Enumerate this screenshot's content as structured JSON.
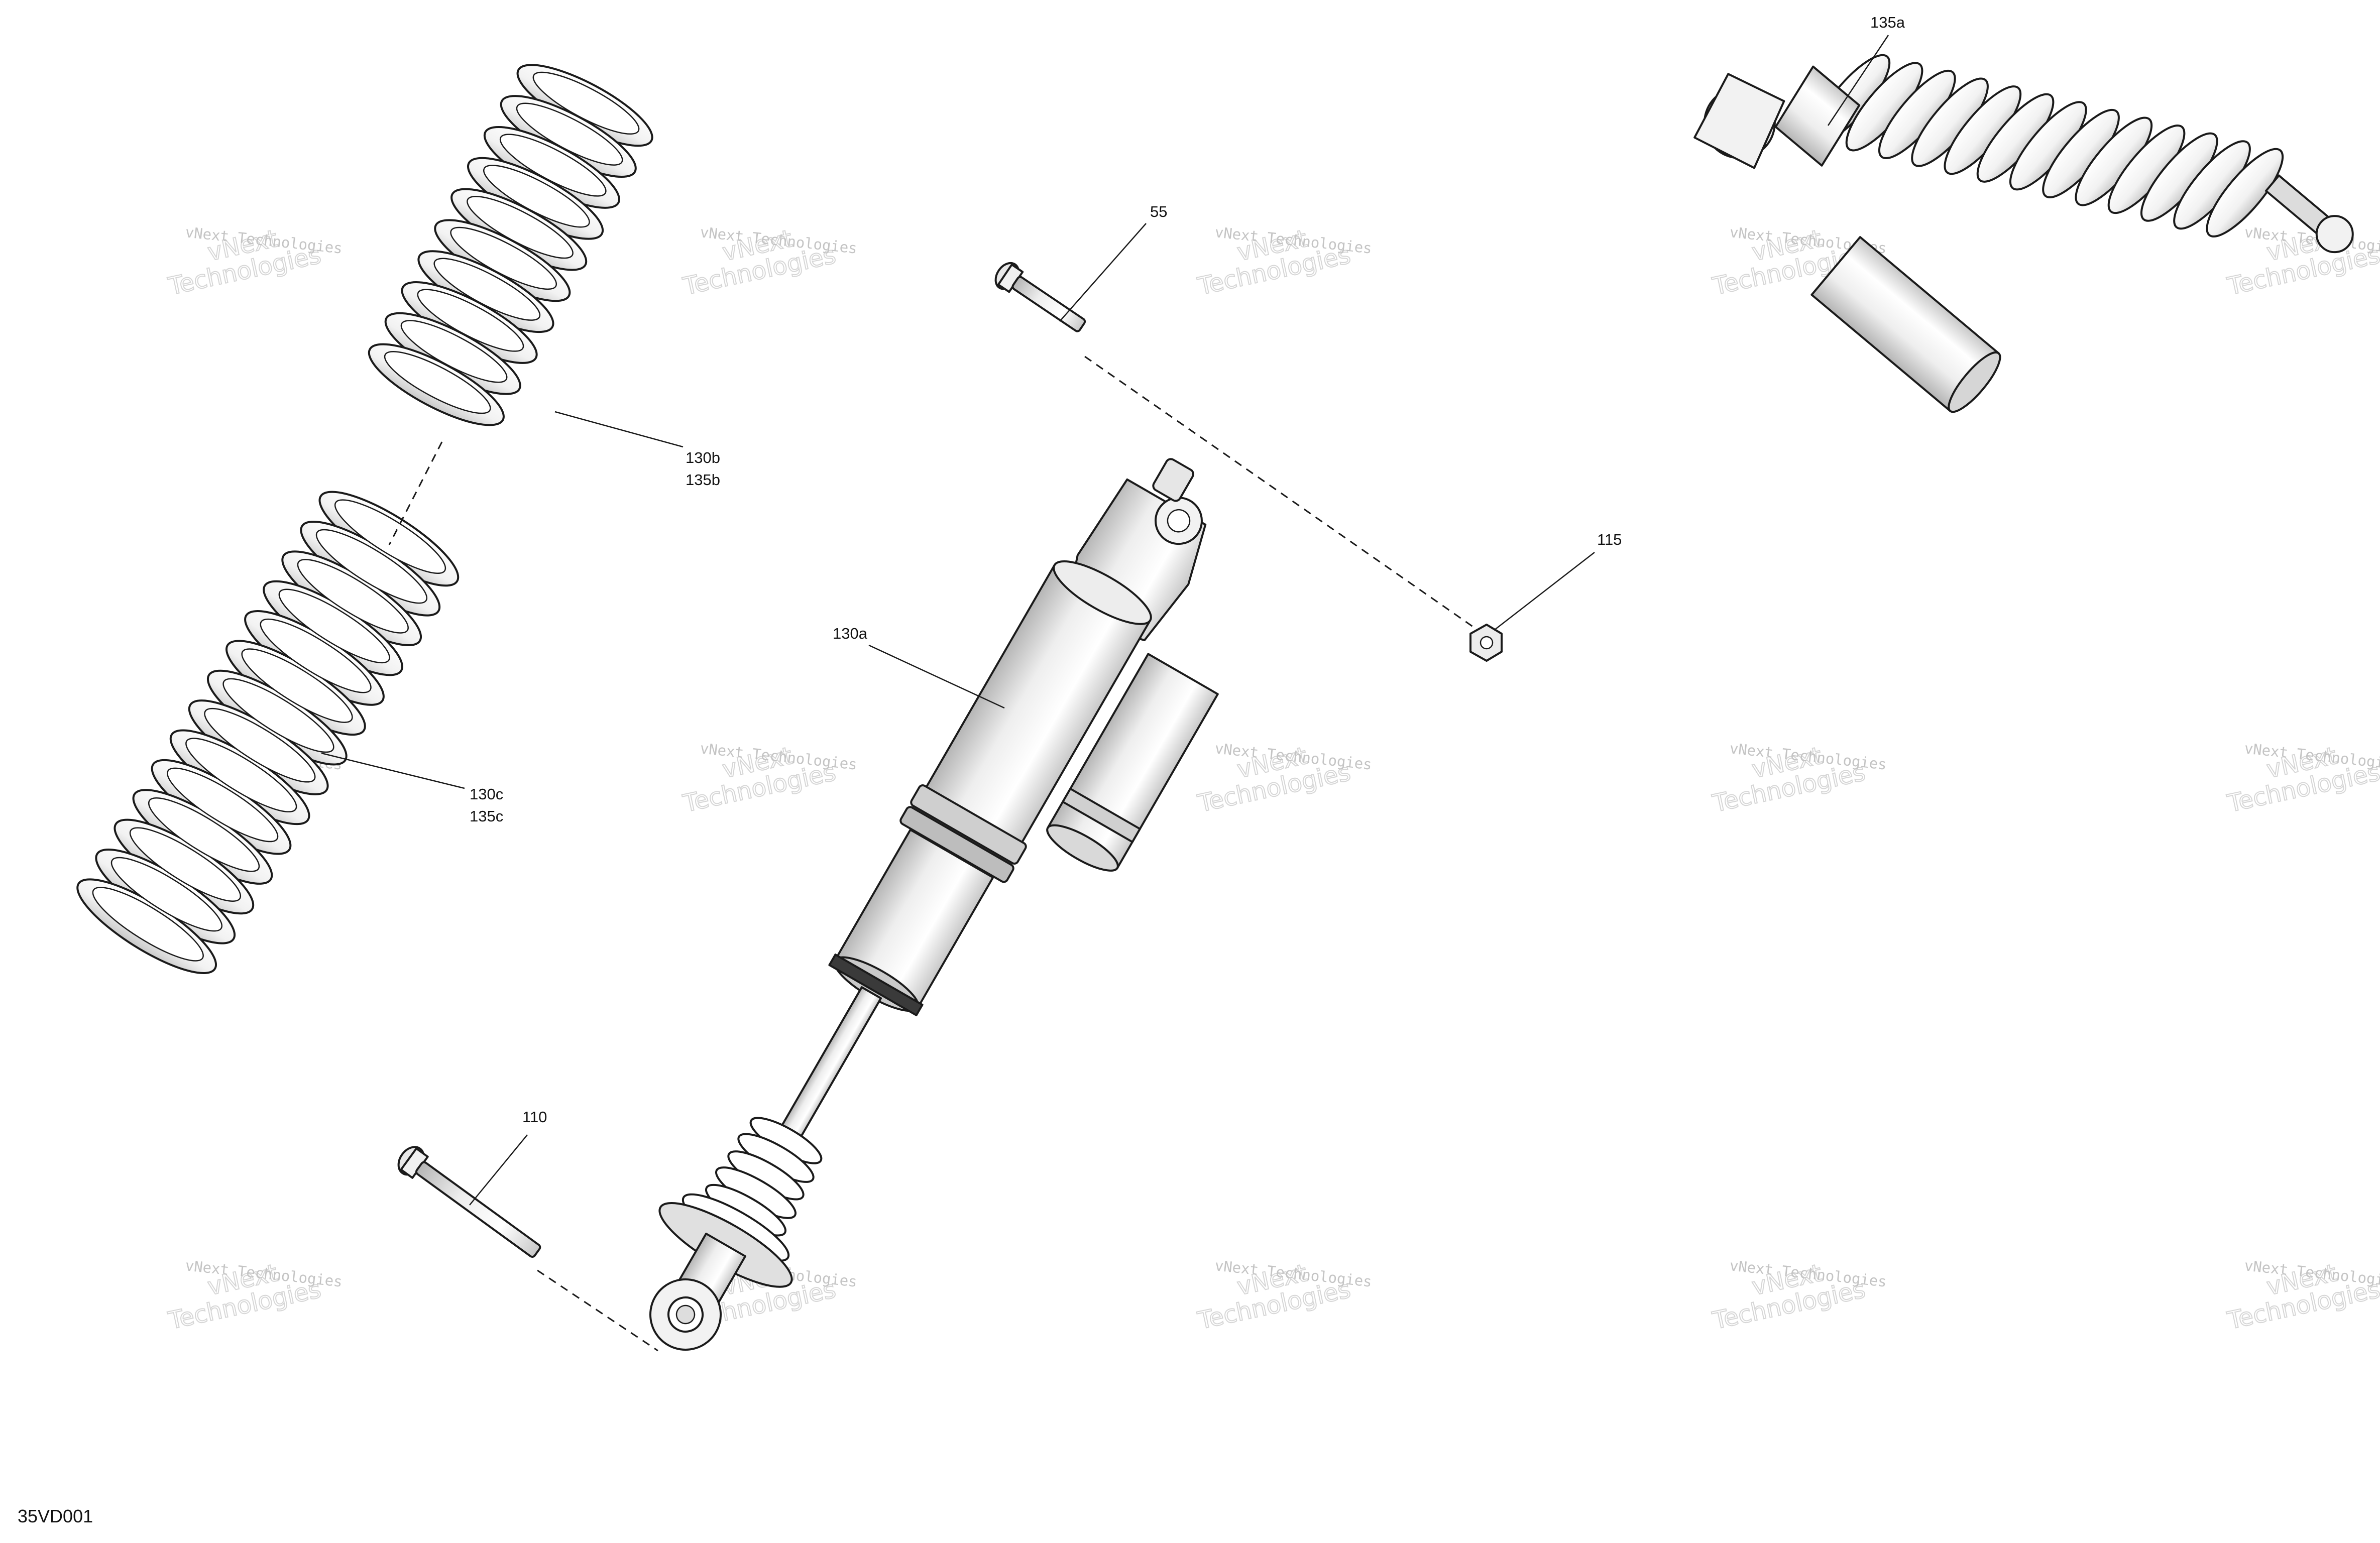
{
  "figure_id": "35VD001",
  "watermark": {
    "line1": "vNext",
    "line2": "Technologies",
    "small": "vNext Technologies"
  },
  "callouts": [
    {
      "id": "c-55",
      "text": "55"
    },
    {
      "id": "c-110",
      "text": "110"
    },
    {
      "id": "c-115",
      "text": "115"
    },
    {
      "id": "c-130a",
      "text": "130a"
    },
    {
      "id": "c-130b",
      "text": "130b"
    },
    {
      "id": "c-135b",
      "text": "135b"
    },
    {
      "id": "c-130c",
      "text": "130c"
    },
    {
      "id": "c-135c",
      "text": "135c"
    },
    {
      "id": "c-135a",
      "text": "135a"
    }
  ],
  "colors": {
    "line": "#1a1a1a",
    "part_fill": "#ffffff",
    "shade_light": "#e8e8e8",
    "shade_dark": "#b9b9b9",
    "watermark": "#d0d0d0"
  }
}
